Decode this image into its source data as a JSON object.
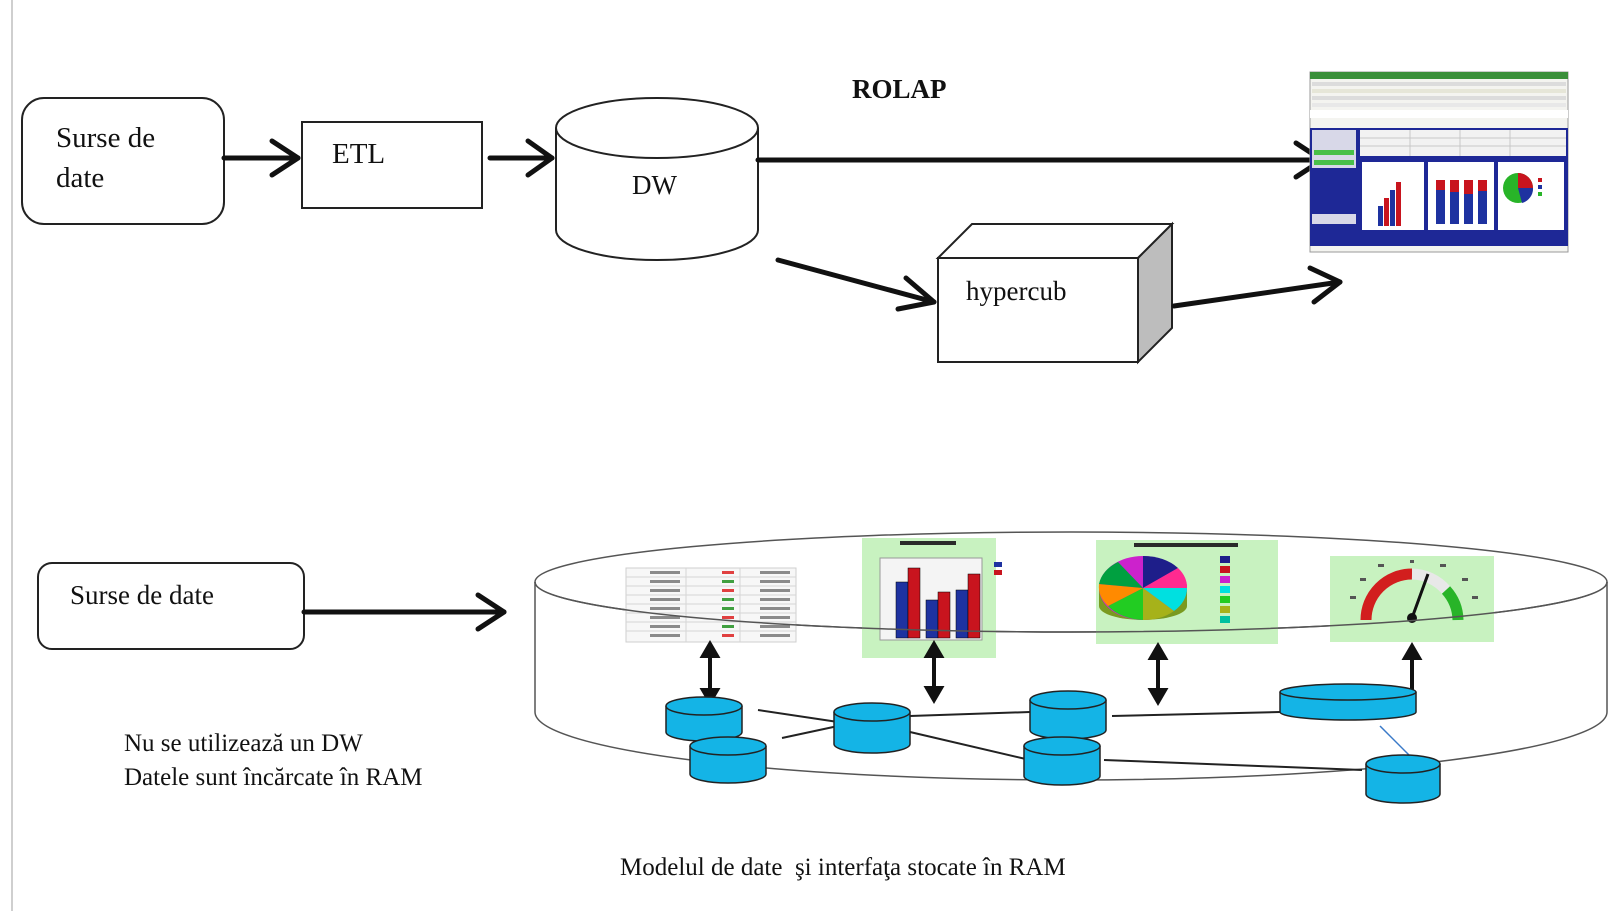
{
  "diagram": {
    "top": {
      "title": "ROLAP",
      "sources_line1": "Surse de",
      "sources_line2": "date",
      "etl": "ETL",
      "dw": "DW",
      "hypercube": "hypercub"
    },
    "bottom": {
      "sources": "Surse de date",
      "note_line1": "Nu se utilizează un DW",
      "note_line2": "Datele sunt încărcate în RAM",
      "caption": "Modelul de date  şi interfaţa stocate în RAM"
    }
  },
  "colors": {
    "line": "#111111",
    "storage_cyan": "#14b4e6",
    "chart_panel": "#c8f2c0",
    "bar_red": "#c8141e",
    "bar_blue": "#1e32a0",
    "gauge_red": "#d21e1e",
    "gauge_green": "#28b428",
    "dashboard_blue": "#1e2896"
  },
  "icons": {
    "arrow": "arrow-icon",
    "database": "database-icon",
    "cube": "cube-icon",
    "dashboard": "dashboard-screenshot",
    "bar_chart": "bar-chart-icon",
    "pie_chart": "pie-chart-icon",
    "gauge": "gauge-icon",
    "data_table": "data-table-icon"
  }
}
